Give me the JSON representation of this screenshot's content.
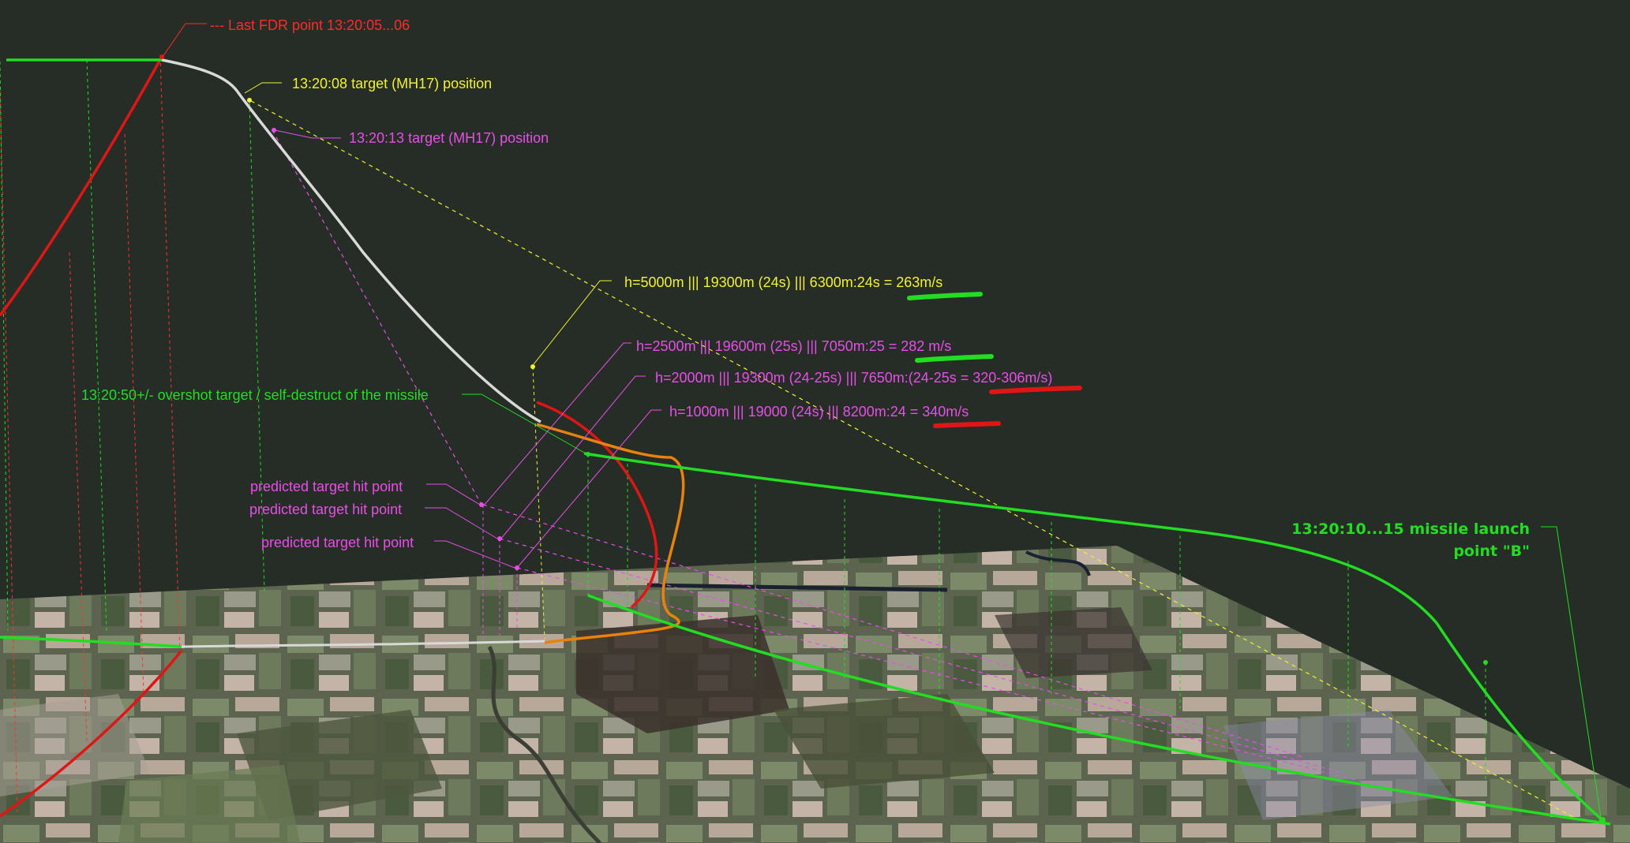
{
  "labels": {
    "last_fdr": "--- Last FDR point 13:20:05...06",
    "target_0808": "13:20:08 target (MH17) position",
    "target_1313": "13:20:13 target (MH17) position",
    "calc_5000": "h=5000m ||| 19300m (24s) ||| 6300m:24s = 263m/s",
    "calc_2500": "h=2500m ||| 19600m (25s)  ||| 7050m:25 = 282 m/s",
    "calc_2000": "h=2000m ||| 19300m (24-25s) ||| 7650m:(24-25s = 320-306m/s)",
    "calc_1000": "h=1000m ||| 19000 (24s) ||| 8200m:24 = 340m/s",
    "overshot": "13:20:50+/- overshot target / self-destruct of the missile",
    "hit_1": "predicted target hit point",
    "hit_2": "predicted target hit point",
    "hit_3": "predicted target hit point",
    "launch_line1": "13:20:10...15 missile launch",
    "launch_line2": "point \"B\""
  },
  "colors": {
    "background": "#262d27",
    "fdr_track": "#e01515",
    "mh17_track": "#d9d9d9",
    "missile_track": "#22dd22",
    "alt_track": "#e8820c",
    "label_yellow": "#f2f230",
    "label_magenta": "#e84de8",
    "label_green": "#22dd22",
    "label_red": "#ff2a2a",
    "terrain_base": "#5c6450"
  }
}
